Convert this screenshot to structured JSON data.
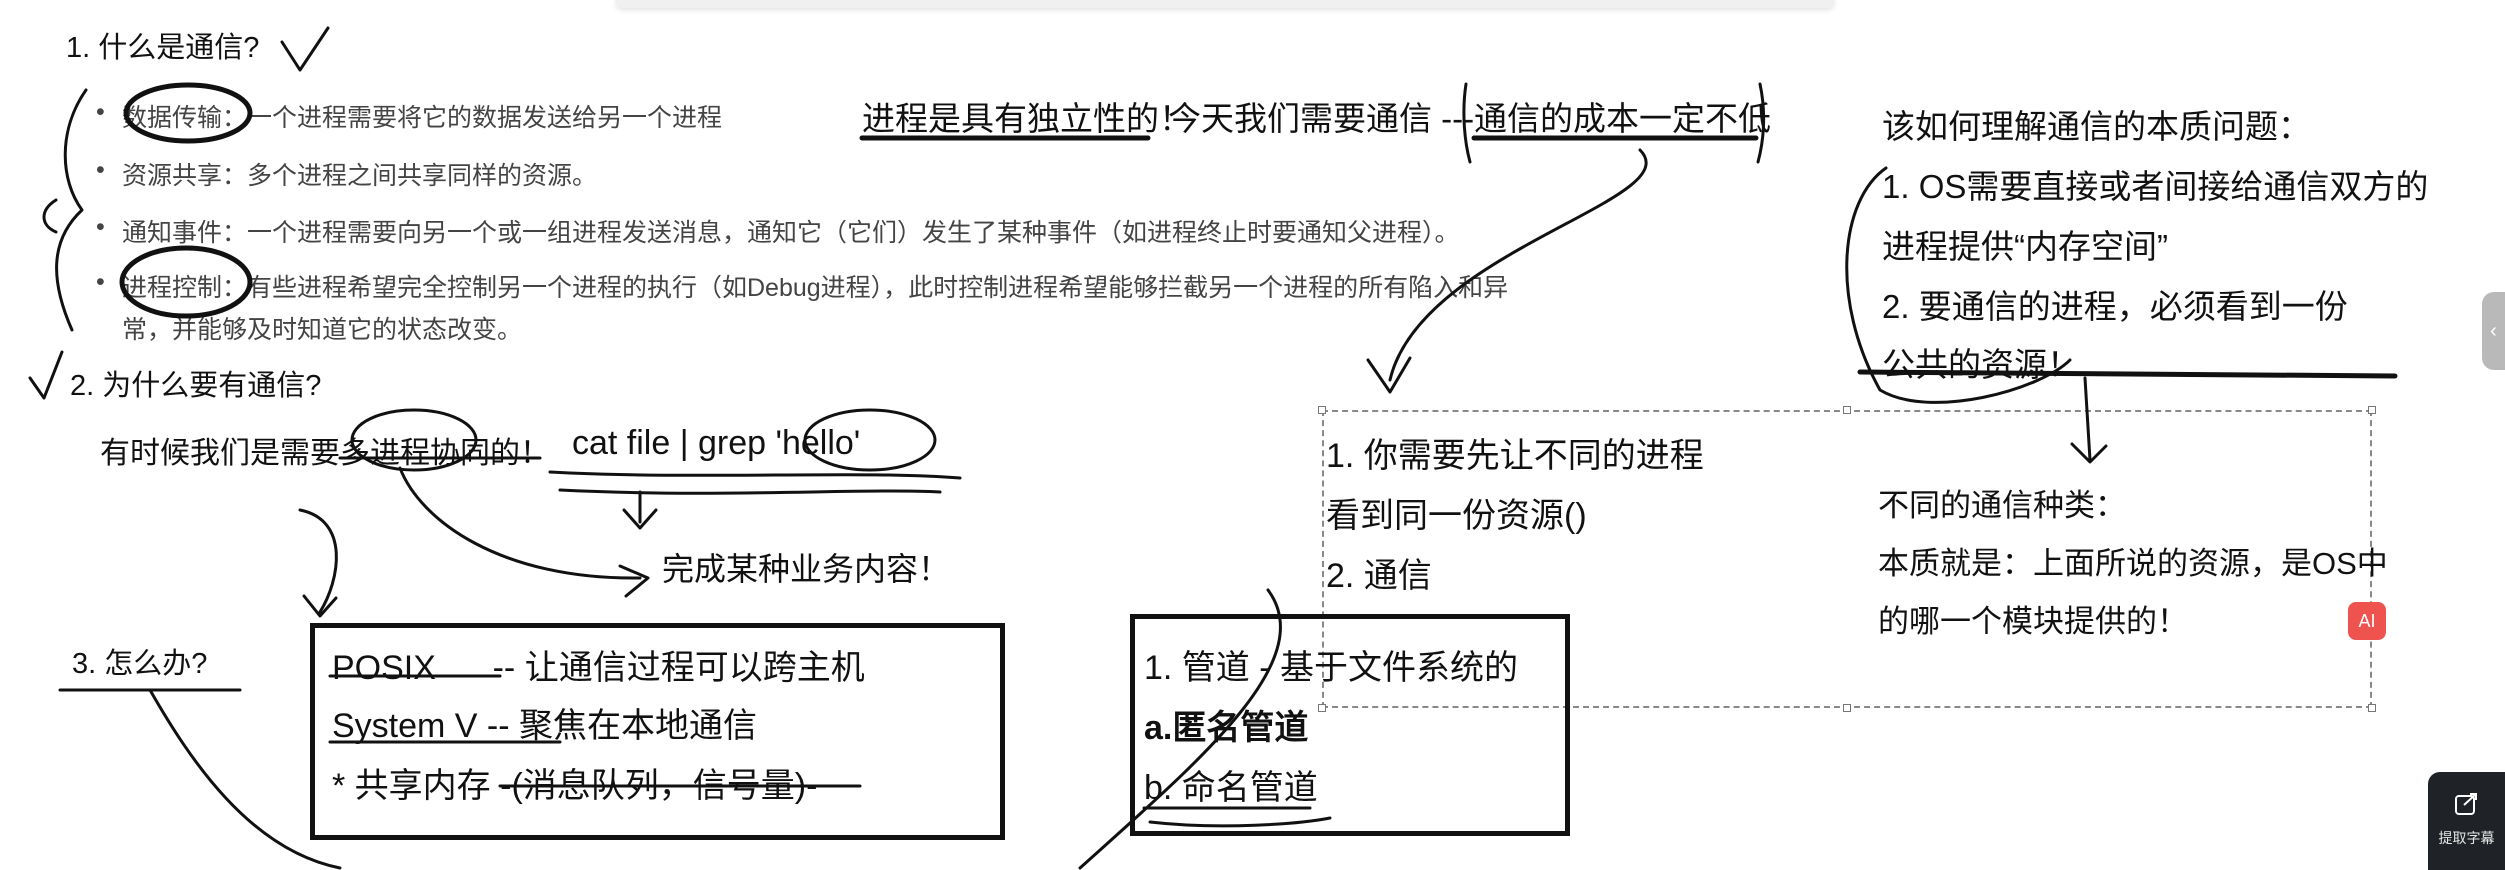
{
  "section1": {
    "heading": "1. 什么是通信?",
    "bullets": [
      "数据传输：一个进程需要将它的数据发送给另一个进程",
      "资源共享：多个进程之间共享同样的资源。",
      "通知事件：一个进程需要向另一个或一组进程发送消息，通知它（它们）发生了某种事件（如进程终止时要通知父进程）。",
      "进程控制：有些进程希望完全控制另一个进程的执行（如Debug进程），此时控制进程希望能够拦截另一个进程的所有陷入和异",
      "常，并能够及时知道它的状态改变。"
    ]
  },
  "section2": {
    "heading": "2. 为什么要有通信?",
    "text": "有时候我们是需要多进程协同的！",
    "command": "cat file | grep 'hello'",
    "result": "完成某种业务内容！"
  },
  "section3": {
    "heading": "3. 怎么办?",
    "standards": [
      "POSIX      -- 让通信过程可以跨主机",
      "System V -- 聚焦在本地通信",
      "* 共享内存 -(消息队列，信号量)-"
    ]
  },
  "notes": {
    "independence": "进程是具有独立性的！",
    "today": "今天我们需要通信 ---",
    "cost": "通信的成本一定不低",
    "steps": [
      "1. 你需要先让不同的进程",
      "看到同一份资源()",
      "2. 通信"
    ],
    "pipes": [
      "1. 管道 - 基于文件系统的",
      "a.匿名管道",
      "b. 命名管道"
    ]
  },
  "essence": {
    "title": "该如何理解通信的本质问题：",
    "lines": [
      "1. OS需要直接或者间接给通信双方的",
      "进程提供“内存空间”",
      "2. 要通信的进程，必须看到一份",
      "公共的资源！"
    ],
    "kinds": "不同的通信种类：",
    "essence_lines": [
      "本质就是：上面所说的资源，是OS中",
      "的哪一个模块提供的！"
    ]
  },
  "ui": {
    "ai_badge": "AI",
    "side_tab_icon": "‹",
    "extract_label": "提取字幕"
  },
  "icons": {
    "side_tab": "chevron-left-icon",
    "extract": "extract-subtitle-icon"
  },
  "colors": {
    "ink": "#111111",
    "badge": "#ef5350",
    "panel": "#1f2328"
  }
}
